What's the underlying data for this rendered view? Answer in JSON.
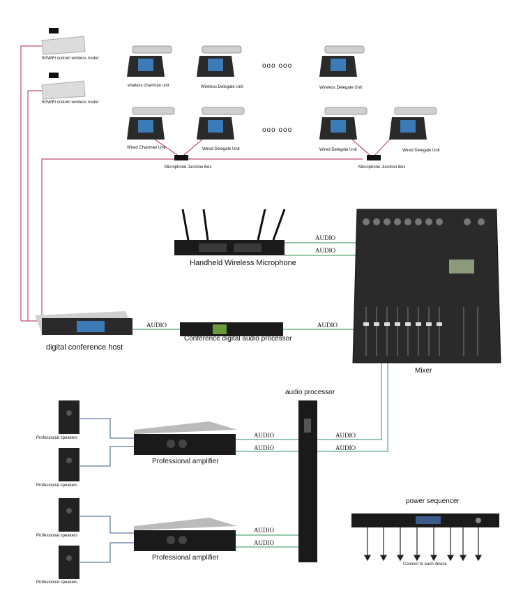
{
  "routers": {
    "label_1": "5GWiFi custom wireless router",
    "label_2": "5GWiFi custom wireless router"
  },
  "wireless_units": {
    "chairman": "wireless chairman unit",
    "delegate_1": "Wireless Delegate Unit",
    "delegate_2": "Wireless Delegate Unit"
  },
  "wired_units": {
    "chairman": "Wired Chairman Unit",
    "delegate_1": "Wired Delegate Unit",
    "delegate_2": "Wired Delegate Unit",
    "delegate_3": "Wired Delegate Unit"
  },
  "junction_boxes": {
    "left": "Microphone Junction Box",
    "right": "Microphone Junction Box"
  },
  "devices": {
    "wireless_mic": "Handheld Wireless Microphone",
    "conference_host": "digital conference host",
    "audio_processor_digital": "Conference digital audio processor",
    "mixer": "Mixer",
    "audio_processor": "audio processor",
    "amp_top": "Professional amplifier",
    "amp_bottom": "Professional amplifier",
    "power_sequencer": "power sequencer",
    "power_sequencer_note": "Connect to each device"
  },
  "speakers": [
    "Professional speakers",
    "Professional speakers",
    "Professional speakers",
    "Professional speakers"
  ],
  "audio_labels": {
    "a1": "AUDIO",
    "a2": "AUDIO",
    "a3": "AUDIO",
    "a4": "AUDIO",
    "a5": "AUDIO",
    "a6": "AUDIO",
    "a7": "AUDIO",
    "a8": "AUDIO",
    "a9": "AUDIO",
    "a10": "AUDIO"
  },
  "ellipsis": {
    "row1": "ooo ooo",
    "row2": "ooo ooo"
  },
  "colors": {
    "conference_wire": "#c0506a",
    "audio_wire": "#5aa87a",
    "speaker_wire": "#3a5a8a",
    "device_dark": "#222222"
  }
}
